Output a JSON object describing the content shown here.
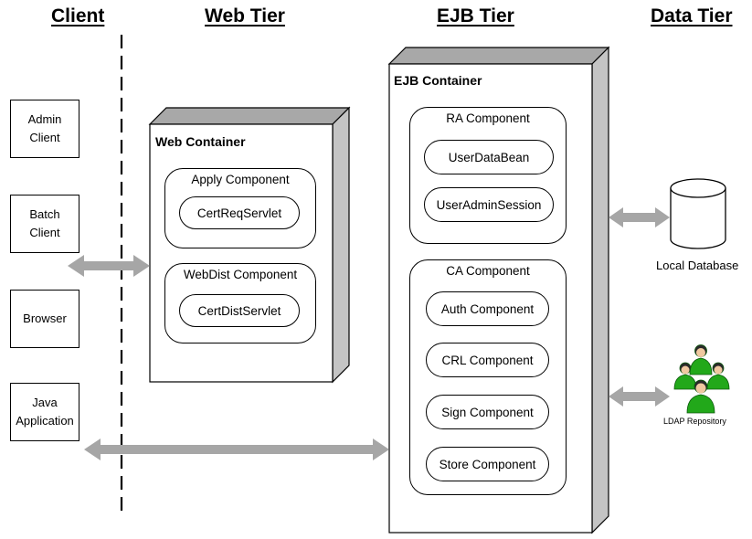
{
  "tiers": {
    "client": "Client",
    "web": "Web Tier",
    "ejb": "EJB Tier",
    "data": "Data Tier"
  },
  "clients": {
    "admin": {
      "line1": "Admin",
      "line2": "Client"
    },
    "batch": {
      "line1": "Batch",
      "line2": "Client"
    },
    "browser": "Browser",
    "java": {
      "line1": "Java",
      "line2": "Application"
    }
  },
  "web_container": {
    "title": "Web Container",
    "apply": {
      "label": "Apply Component",
      "servlet": "CertReqServlet"
    },
    "webdist": {
      "label": "WebDist Component",
      "servlet": "CertDistServlet"
    }
  },
  "ejb_container": {
    "title": "EJB Container",
    "ra": {
      "label": "RA Component",
      "items": [
        "UserDataBean",
        "UserAdminSession"
      ]
    },
    "ca": {
      "label": "CA Component",
      "items": [
        "Auth Component",
        "CRL Component",
        "Sign Component",
        "Store Component"
      ]
    }
  },
  "data_tier": {
    "database": "Local Database",
    "ldap": "LDAP Repository"
  },
  "colors": {
    "box_side": "#c4c4c4",
    "box_top": "#a8a8a8",
    "arrow": "#a6a6a6",
    "ldap_user_fill": "#22a81a",
    "ldap_user_dark": "#0c5a0c"
  }
}
